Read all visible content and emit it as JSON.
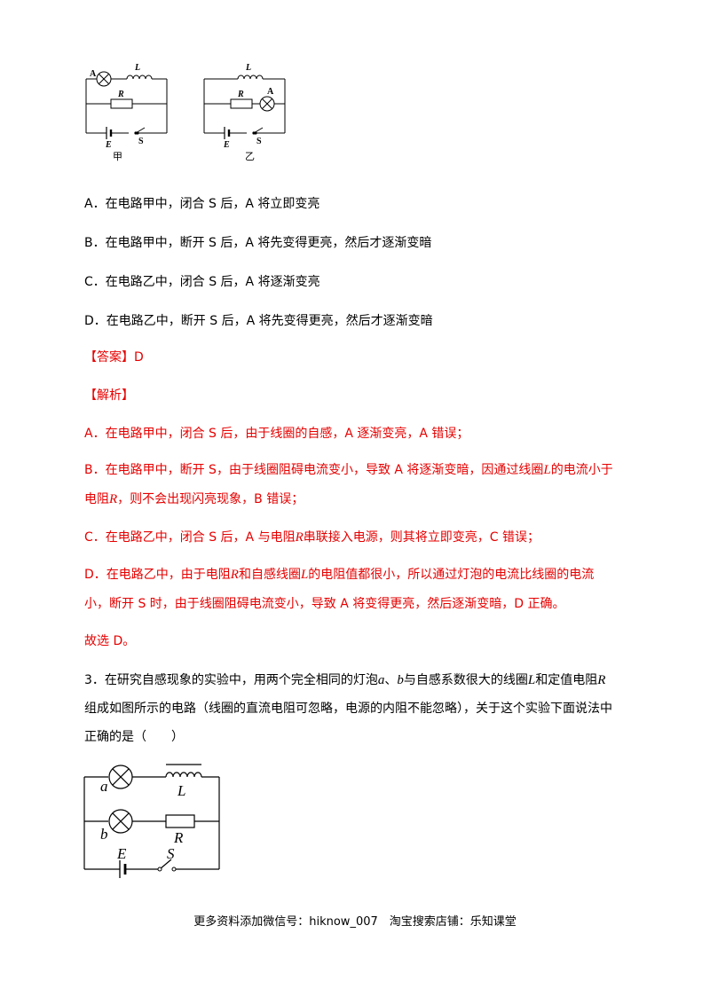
{
  "figures": {
    "jia": {
      "caption": "甲",
      "labels": {
        "lamp": "A",
        "inductor": "L",
        "resistor": "R",
        "battery": "E",
        "switch": "S"
      }
    },
    "yi": {
      "caption": "乙",
      "labels": {
        "lamp": "A",
        "inductor": "L",
        "resistor": "R",
        "battery": "E",
        "switch": "S"
      }
    },
    "q3": {
      "labels": {
        "lamp_a": "a",
        "lamp_b": "b",
        "inductor": "L",
        "resistor": "R",
        "battery": "E",
        "switch": "S"
      }
    }
  },
  "options": {
    "A": "A．在电路甲中，闭合 S 后，A 将立即变亮",
    "B": "B．在电路甲中，断开 S 后，A 将先变得更亮，然后才逐渐变暗",
    "C": "C．在电路乙中，闭合 S 后，A 将逐渐变亮",
    "D": "D．在电路乙中，断开 S 后，A 将先变得更亮，然后才逐渐变暗"
  },
  "answer": {
    "label": "【答案】",
    "value": "D"
  },
  "analysis": {
    "label": "【解析】",
    "a": "A．在电路甲中，闭合 S 后，由于线圈的自感，A 逐渐变亮，A 错误；",
    "b1_pre": "B．在电路甲中，断开 S，由于线圈阻碍电流变小，导致 A 将逐渐变暗，因通过线圈",
    "b1_var": "L",
    "b1_post": "的电流小于",
    "b2_pre": "电阻",
    "b2_var": "R",
    "b2_post": "，则不会出现闪亮现象，B 错误；",
    "c_pre": "C．在电路乙中，闭合 S 后，A 与电阻",
    "c_var": "R",
    "c_post": "串联接入电源，则其将立即变亮，C 错误；",
    "d1_pre": "D．在电路乙中，由于电阻",
    "d1_var1": "R",
    "d1_mid": "和自感线圈",
    "d1_var2": "L",
    "d1_post": "的电阻值都很小，所以通过灯泡的电流比线圈的电流",
    "d2": "小，断开 S 时，由于线圈阻碍电流变小，导致 A 将变得更亮，然后逐渐变暗，D 正确。",
    "conclusion": "故选 D。"
  },
  "question3": {
    "l1_pre": "3．在研究自感现象的实验中，用两个完全相同的灯泡",
    "l1_a": "a",
    "l1_sep": "、",
    "l1_b": "b",
    "l1_mid": "与自感系数很大的线圈",
    "l1_L": "L",
    "l1_mid2": "和定值电阻",
    "l1_R": "R",
    "l2": "组成如图所示的电路（线圈的直流电阻可忽略，电源的内阻不能忽略），关于这个实验下面说法中",
    "l3": "正确的是（　　）"
  },
  "footer": "更多资料添加微信号：hiknow_007　淘宝搜索店铺：乐知课堂"
}
